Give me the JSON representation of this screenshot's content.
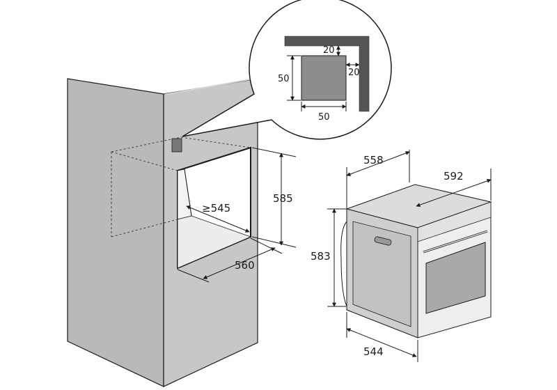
{
  "diagram": {
    "cabinet": {
      "opening_height": "585",
      "opening_width": "560",
      "opening_depth": "≥545"
    },
    "vent_detail": {
      "vent_width": "50",
      "vent_height": "50",
      "offset_top": "20",
      "offset_side": "20"
    },
    "oven": {
      "depth": "558",
      "width": "592",
      "height": "583",
      "body_depth": "544"
    }
  }
}
